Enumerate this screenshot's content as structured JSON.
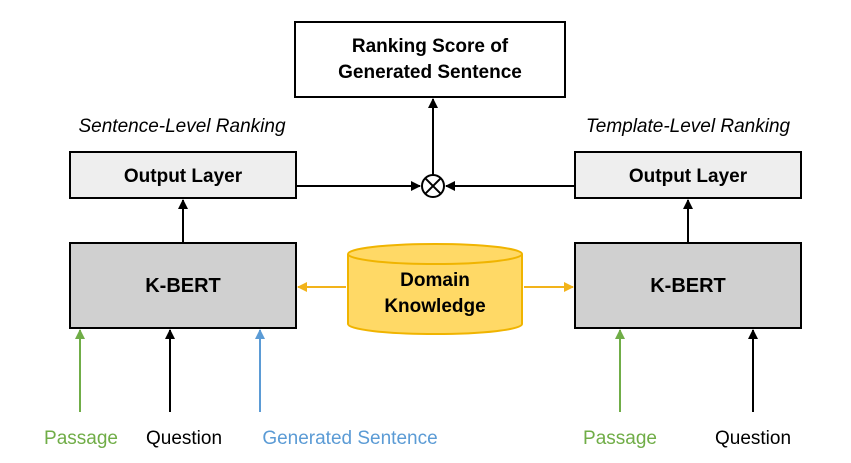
{
  "diagram": {
    "top_box": {
      "line1": "Ranking Score of",
      "line2": "Generated Sentence"
    },
    "left": {
      "heading": "Sentence-Level Ranking",
      "output_layer": "Output Layer",
      "encoder": "K-BERT",
      "inputs": [
        {
          "label": "Passage",
          "color": "#70ad47"
        },
        {
          "label": "Question",
          "color": "#000000"
        },
        {
          "label": "Generated Sentence",
          "color": "#5b9bd5"
        }
      ]
    },
    "right": {
      "heading": "Template-Level Ranking",
      "output_layer": "Output Layer",
      "encoder": "K-BERT",
      "inputs": [
        {
          "label": "Passage",
          "color": "#70ad47"
        },
        {
          "label": "Question",
          "color": "#000000"
        }
      ]
    },
    "knowledge": {
      "line1": "Domain",
      "line2": "Knowledge"
    },
    "combine_symbol": "⊗",
    "colors": {
      "output_fill": "#eeeeee",
      "encoder_fill": "#d0d0d0",
      "knowledge_fill": "#ffd966",
      "knowledge_stroke": "#f0b400",
      "knowledge_arrow": "#f2b31a",
      "passage": "#70ad47",
      "sentence": "#5b9bd5"
    }
  }
}
